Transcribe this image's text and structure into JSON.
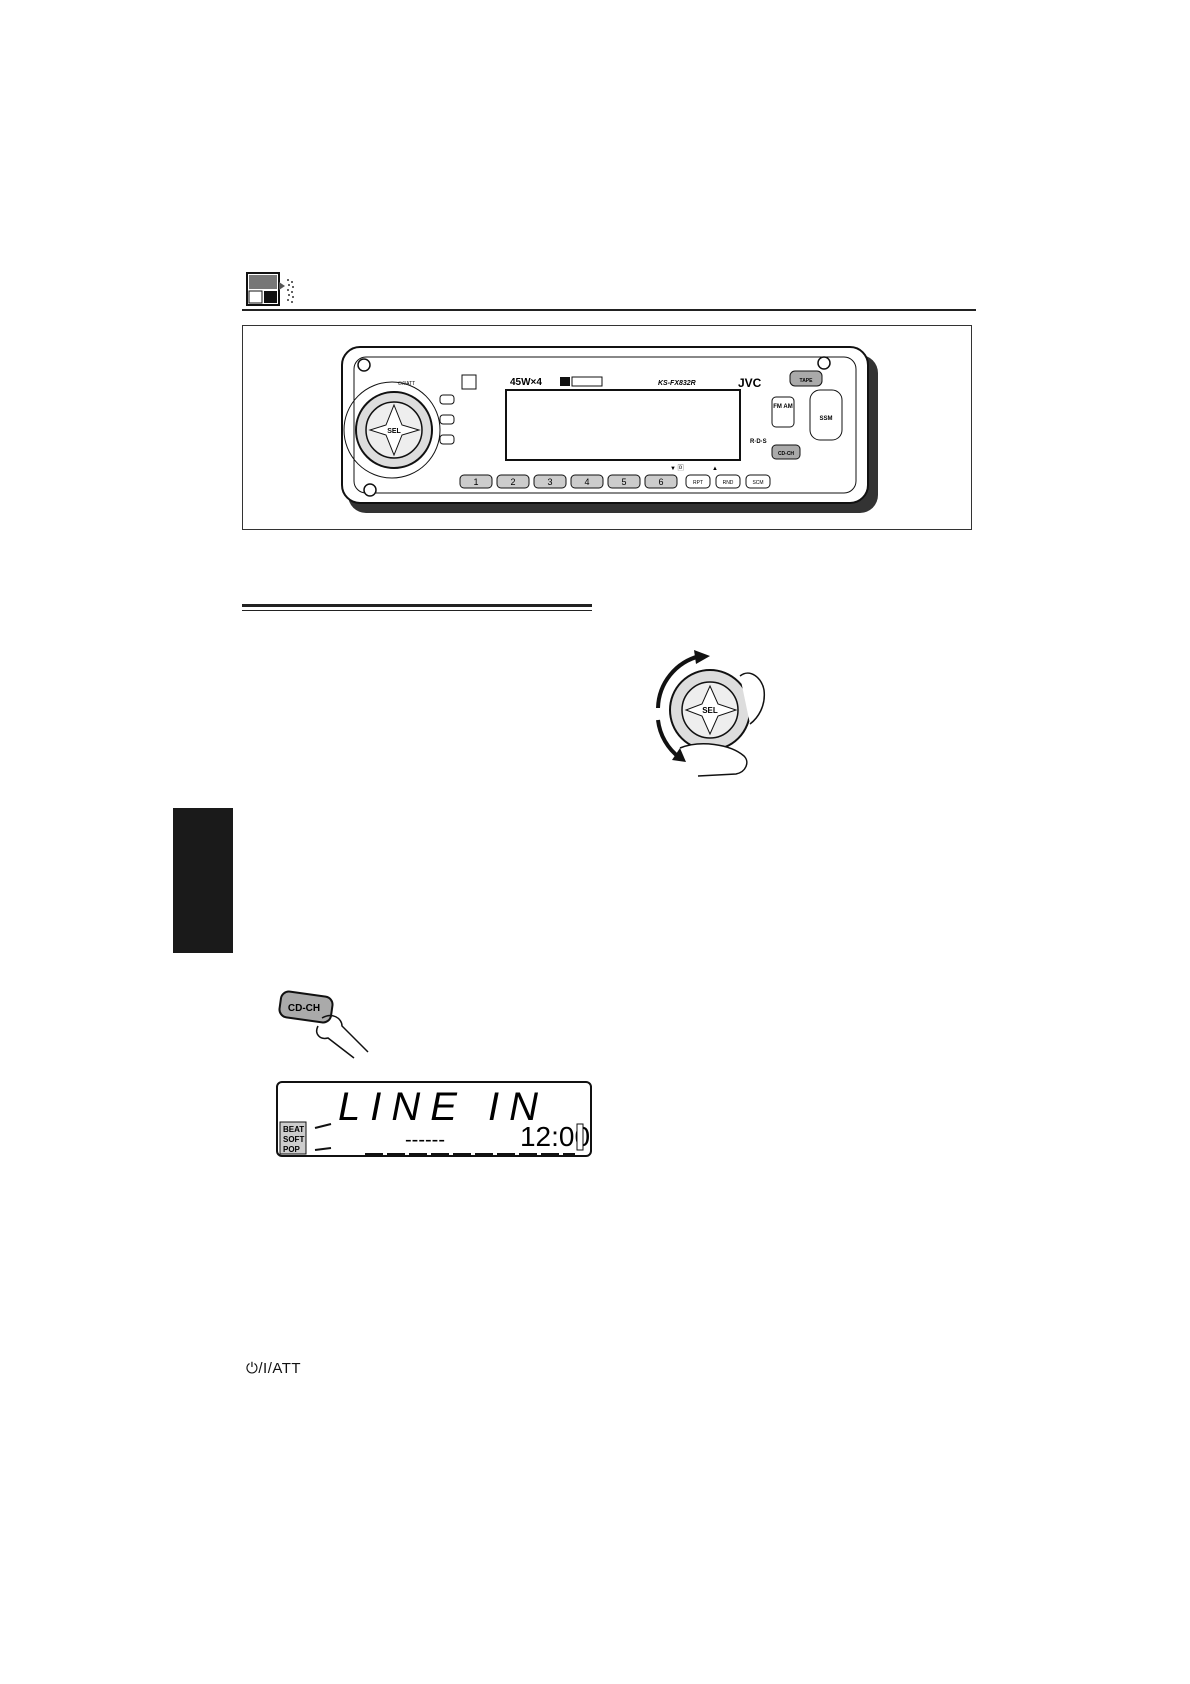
{
  "header": {
    "icon": "source-select-icon"
  },
  "faceplate": {
    "power_label": "45W×4",
    "model": "KS-FX832R",
    "brand": "JVC",
    "ctrl_label": "⏻/I/ATT",
    "sel_label": "SEL",
    "source_buttons": [
      "TAPE",
      "FM AM",
      "CD-CH"
    ],
    "right_pad": [
      "SSM"
    ],
    "rds_label": "R·D·S",
    "preset_buttons": [
      "1",
      "2",
      "3",
      "4",
      "5",
      "6"
    ],
    "function_buttons": [
      "RPT",
      "RND",
      "SCM"
    ],
    "disc_labels": [
      "▼ 🄳",
      "▲"
    ]
  },
  "dial_illustration": {
    "label": "SEL"
  },
  "cdch_illustration": {
    "label": "CD-CH"
  },
  "lcd": {
    "main": "LINE IN",
    "dashes": "------",
    "clock": "12:00",
    "sound_modes": [
      "BEAT",
      "SOFT",
      "POP"
    ]
  },
  "footer": {
    "label": "⏻/I/ATT"
  }
}
